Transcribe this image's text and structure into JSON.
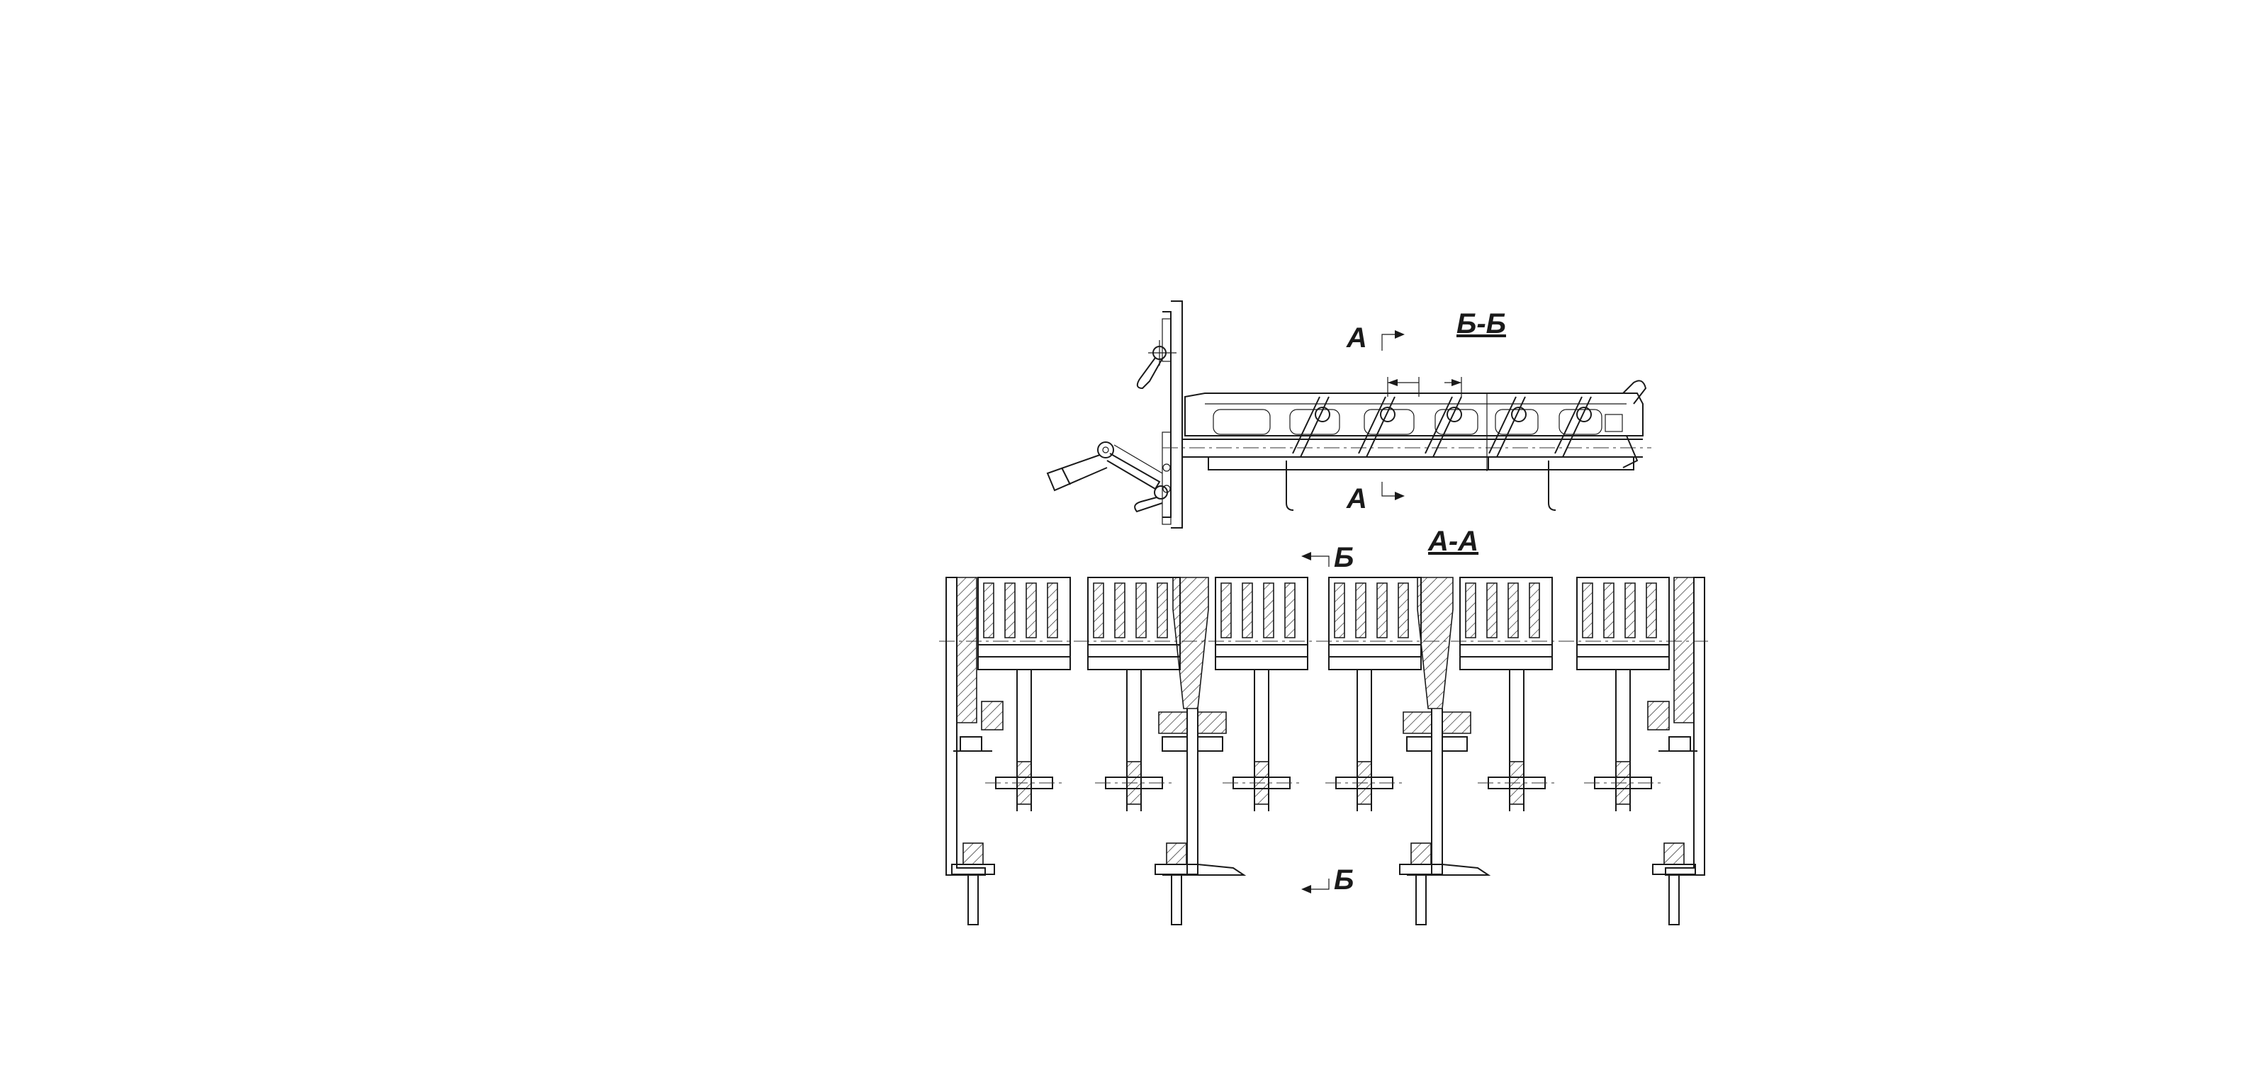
{
  "labels": {
    "section_a_top": "А",
    "section_a_bottom": "А",
    "section_bb_title": "Б-Б",
    "section_aa_title": "А-А",
    "section_b_top": "Б",
    "section_b_bottom": "Б"
  },
  "colors": {
    "line": "#1a1a1a",
    "background": "#ffffff"
  }
}
